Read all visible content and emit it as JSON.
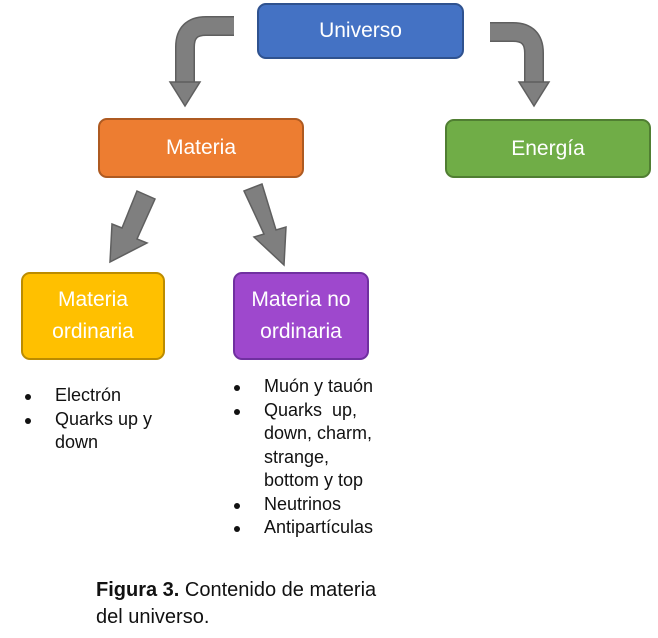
{
  "colors": {
    "universo": "#4472c4",
    "materia": "#ed7d31",
    "energia": "#70ad47",
    "materia_ordinaria": "#ffc000",
    "materia_no_ordinaria": "#9e48cd",
    "arrow": "#7f7f7f"
  },
  "nodes": {
    "universo": "Universo",
    "materia": "Materia",
    "energia": "Energía",
    "materia_ordinaria": [
      "Materia",
      "ordinaria"
    ],
    "materia_no_ordinaria": [
      "Materia no",
      "ordinaria"
    ]
  },
  "lists": {
    "ordinaria": [
      [
        "Electrón"
      ],
      [
        "Quarks up y",
        "down"
      ]
    ],
    "no_ordinaria": [
      [
        "Muón y tauón"
      ],
      [
        "Quarks  up,",
        "down, charm,",
        "strange,",
        "bottom y top"
      ],
      [
        "Neutrinos"
      ],
      [
        "Antipartículas"
      ]
    ]
  },
  "caption": {
    "label": "Figura 3.",
    "text_lines": [
      " Contenido de materia",
      "del universo."
    ]
  }
}
